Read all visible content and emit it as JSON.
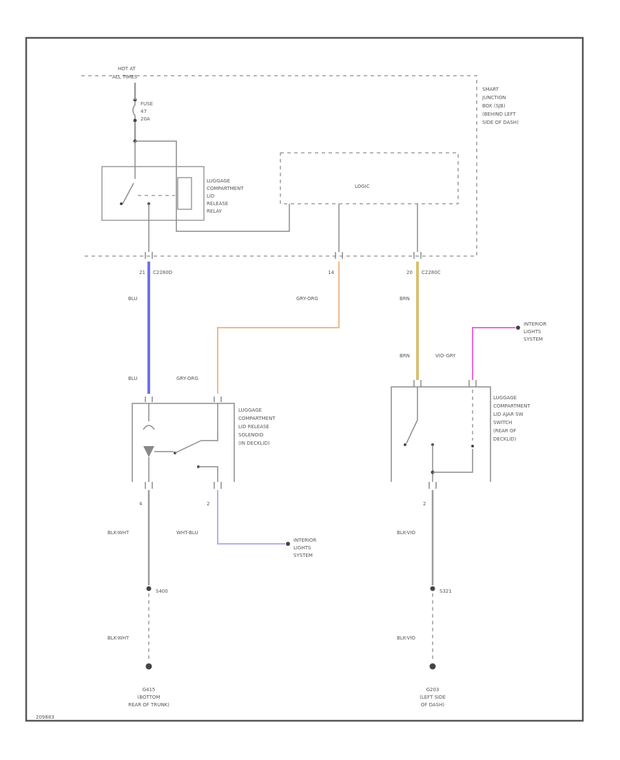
{
  "colors": {
    "blu": "#7070ee",
    "gry_org": "#f0b88a",
    "brn": "#d9c070",
    "vio_gry": "#ee66dd",
    "wht_blu": "#b0b0f0"
  },
  "labels": {
    "hot_at": "HOT AT",
    "all_times": "ALL TIMES",
    "fuse_line1": "FUSE",
    "fuse_line2": "47",
    "fuse_line3": "20A",
    "sjb": [
      "SMART",
      "JUNCTION",
      "BOX (SJB)",
      "(BEHIND LEFT",
      "SIDE OF DASH)"
    ],
    "logic": "LOGIC",
    "relay": [
      "LUGGAGE",
      "COMPARTMENT",
      "LID",
      "RELEASE",
      "RELAY"
    ],
    "pin_21": "21",
    "conn_c2280d": "C2280D",
    "pin_14": "14",
    "pin_20": "20",
    "conn_c2280c": "C2280C",
    "blu_upper": "BLU",
    "gry_org_upper": "GRY-ORG",
    "brn_upper": "BRN",
    "interior_right": [
      "INTERIOR",
      "LIGHTS",
      "SYSTEM"
    ],
    "brn_lower": "BRN",
    "vio_gry": "VIO-GRY",
    "blu_lower": "BLU",
    "gry_org_lower": "GRY-ORG",
    "solenoid": [
      "LUGGAGE",
      "COMPARTMENT",
      "LID RELEASE",
      "SOLENOID",
      "(IN DECKLID)"
    ],
    "switch": [
      "LUGGAGE",
      "COMPARTMENT",
      "LID AJAR SW",
      "SWITCH",
      "(REAR OF",
      "DECKLID)"
    ],
    "pin_4": "4",
    "pin_2a": "2",
    "pin_2b": "2",
    "blk_wht_upper": "BLK-WHT",
    "wht_blu": "WHT-BLU",
    "interior_left": [
      "INTERIOR",
      "LIGHTS",
      "SYSTEM"
    ],
    "blk_vio_upper": "BLK-VIO",
    "s400": "S400",
    "s321": "S321",
    "blk_wht_lower": "BLK-WHT",
    "blk_vio_lower": "BLK-VIO",
    "ground_left": [
      "G415",
      "(BOTTOM",
      "REAR OF TRUNK)"
    ],
    "ground_right": [
      "G203",
      "(LEFT SIDE",
      "OF DASH)"
    ],
    "figure_id": "209883"
  }
}
